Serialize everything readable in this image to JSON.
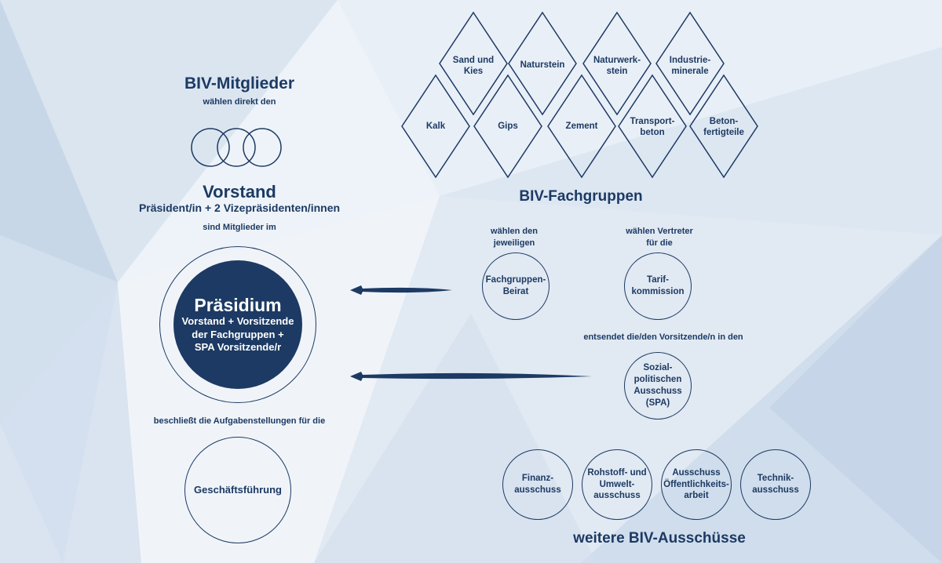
{
  "left": {
    "members_title": "BIV-Mitglieder",
    "members_sub": "wählen direkt den",
    "vorstand_title": "Vorstand",
    "vorstand_sub": "Präsident/in + 2 Vizepräsidenten/innen",
    "mitglieder_im": "sind Mitglieder im",
    "praesidium_title": "Präsidium",
    "praesidium_sub": "Vorstand + Vorsitzende\nder Fachgruppen +\nSPA Vorsitzende/r",
    "beschliesst": "beschließt die Aufgabenstellungen für die",
    "geschaeftsfuehrung": "Geschäftsführung"
  },
  "fachgruppen": {
    "title": "BIV-Fachgruppen",
    "items": [
      "Sand und\nKies",
      "Naturstein",
      "Naturwerk-\nstein",
      "Industrie-\nminerale",
      "Kalk",
      "Gips",
      "Zement",
      "Transport-\nbeton",
      "Beton-\nfertigteile"
    ]
  },
  "middle": {
    "waehlen_den": "wählen den\njeweiligen",
    "waehlen_vertreter": "wählen Vertreter\nfür die",
    "beirat": "Fachgruppen-\nBeirat",
    "tarif": "Tarif-\nkommission",
    "entsendet": "entsendet die/den Vorsitzende/n in den",
    "spa": "Sozial-\npolitischen\nAusschuss\n(SPA)"
  },
  "ausschuesse": {
    "title": "weitere BIV-Ausschüsse",
    "items": [
      "Finanz-\nausschuss",
      "Rohstoff- und\nUmwelt-\nausschuss",
      "Ausschuss\nÖffentlichkeits-\narbeit",
      "Technik-\nausschuss"
    ]
  },
  "colors": {
    "navy": "#1c3a63",
    "bg": "#e6edf5"
  }
}
